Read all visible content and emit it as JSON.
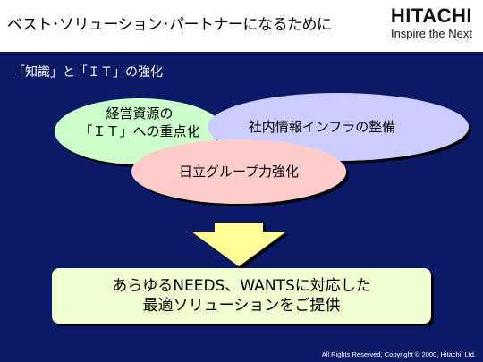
{
  "header": {
    "title": "ベスト･ソリューション･パートナーになるために",
    "logo": "HITACHI",
    "tagline": "Inspire the Next"
  },
  "subtitle": "「知識」と「ＩＴ」の強化",
  "ellipses": [
    {
      "line1": "経営資源の",
      "line2": "「ＩＴ」への重点化",
      "color": "#ccffcc"
    },
    {
      "line1": "社内情報インフラの整備",
      "color": "#ccccff"
    },
    {
      "line1": "日立グループ力強化",
      "color": "#ffcccc"
    }
  ],
  "result": {
    "line1": "あらゆるNEEDS、WANTSに対応した",
    "line2": "最適ソリューションをご提供"
  },
  "arrow_color": "#ffff99",
  "footer": "All Rights Reserved, Copyright  ©  2000, Hitachi, Ltd."
}
